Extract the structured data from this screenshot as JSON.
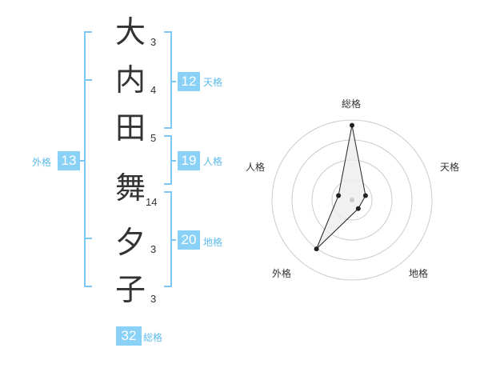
{
  "name": {
    "characters": [
      {
        "char": "大",
        "strokes": "3"
      },
      {
        "char": "内",
        "strokes": "4"
      },
      {
        "char": "田",
        "strokes": "5"
      },
      {
        "char": "舞",
        "strokes": "14"
      },
      {
        "char": "夕",
        "strokes": "3"
      },
      {
        "char": "子",
        "strokes": "3"
      }
    ]
  },
  "kakusu": {
    "tenkaku": {
      "value": "12",
      "label": "天格"
    },
    "jinkaku": {
      "value": "19",
      "label": "人格"
    },
    "chikaku": {
      "value": "20",
      "label": "地格"
    },
    "gaikaku": {
      "value": "13",
      "label": "外格"
    },
    "soukaku": {
      "value": "32",
      "label": "総格"
    }
  },
  "colors": {
    "accent": "#8ad1f7",
    "bracket": "#7cc8f2",
    "label": "#5ebbe9",
    "text": "#333333",
    "grid": "#cccccc",
    "polygon_fill": "#eeeeee"
  },
  "chart_data": {
    "type": "radar",
    "axes": [
      "総格",
      "天格",
      "地格",
      "外格",
      "人格"
    ],
    "values": [
      4.2,
      0.8,
      0.6,
      3.4,
      0.8
    ],
    "range": [
      0,
      4.5
    ],
    "rings": 4
  }
}
